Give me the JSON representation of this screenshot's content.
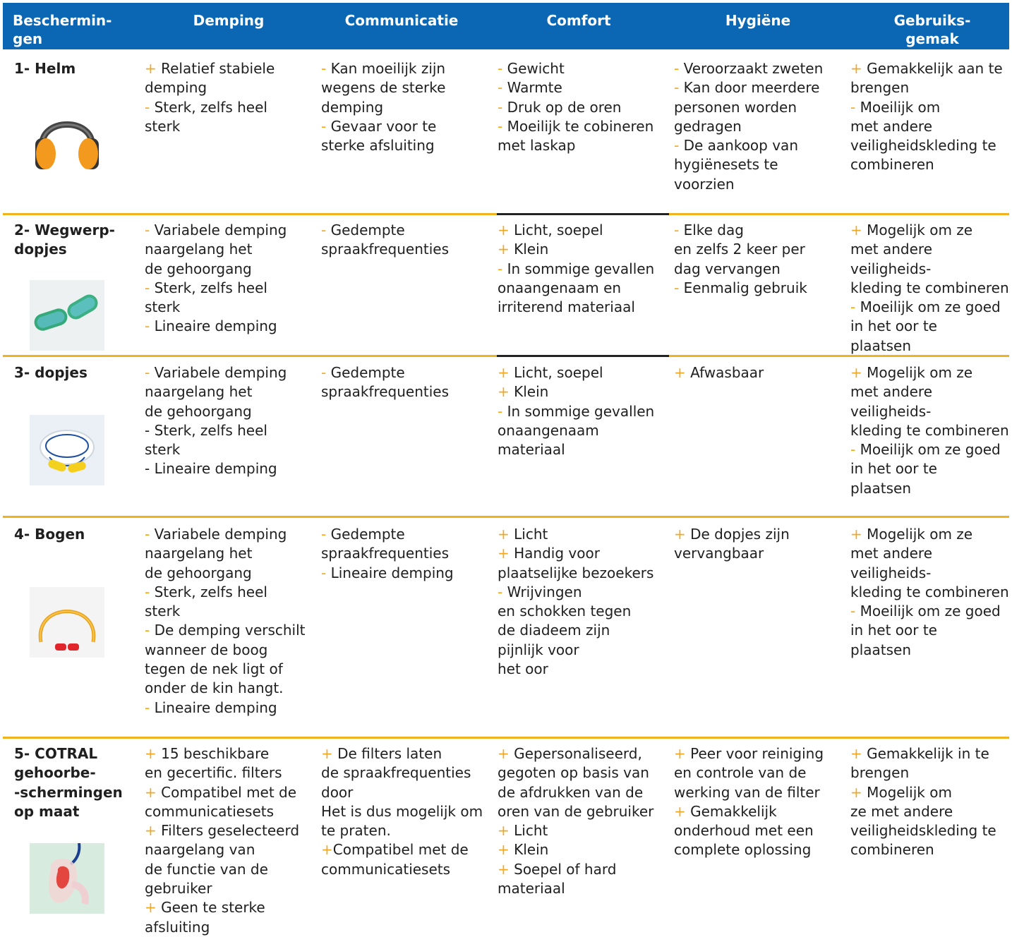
{
  "headers": [
    "Beschermin-\ngen",
    "Demping",
    "Communicatie",
    "Comfort",
    "Hygiëne",
    "Gebruiks-\ngemak"
  ],
  "rows": [
    {
      "name": "1- Helm",
      "image_icon": "earmuff-icon",
      "cells": [
        [
          {
            "s": "+",
            "t": " Relatief stabiele\ndemping"
          },
          {
            "s": "-",
            "t": " Sterk, zelfs heel\nsterk"
          }
        ],
        [
          {
            "s": "-",
            "t": " Kan moeilijk zijn\nwegens de sterke\ndemping"
          },
          {
            "s": "-",
            "t": " Gevaar voor te\nsterke afsluiting"
          }
        ],
        [
          {
            "s": "-",
            "t": " Gewicht"
          },
          {
            "s": "-",
            "t": " Warmte"
          },
          {
            "s": "-",
            "t": " Druk op de oren"
          },
          {
            "s": "-",
            "t": " Moeilijk te cobineren\nmet laskap"
          }
        ],
        [
          {
            "s": "-",
            "t": " Veroorzaakt zweten"
          },
          {
            "s": "-",
            "t": " Kan door meerdere\npersonen worden\ngedragen"
          },
          {
            "s": "-",
            "t": " De aankoop van\nhygiënesets te\nvoorzien"
          }
        ],
        [
          {
            "s": "+",
            "t": " Gemakkelijk aan te\nbrengen"
          },
          {
            "s": "-",
            "t": " Moeilijk om\nmet andere\nveiligheidskleding te\ncombineren"
          }
        ]
      ]
    },
    {
      "name": "2- Wegwerp-\ndopjes",
      "image_icon": "foam-earplugs-icon",
      "cells": [
        [
          {
            "s": "-",
            "t": " Variabele demping\nnaargelang het\nde gehoorgang"
          },
          {
            "s": "-",
            "t": " Sterk, zelfs heel\nsterk"
          },
          {
            "s": "-",
            "t": " Lineaire demping"
          }
        ],
        [
          {
            "s": "-",
            "t": " Gedempte\nspraakfrequenties"
          }
        ],
        [
          {
            "s": "+",
            "t": " Licht, soepel"
          },
          {
            "s": "+",
            "t": " Klein"
          },
          {
            "s": "-",
            "t": " In sommige gevallen\nonaangenaam en\nirriterend materiaal"
          }
        ],
        [
          {
            "s": "-",
            "t": " Elke dag\nen zelfs 2 keer per\ndag vervangen"
          },
          {
            "s": "-",
            "t": " Eenmalig gebruik"
          }
        ],
        [
          {
            "s": "+",
            "t": " Mogelijk om ze\nmet andere\nveiligheids-\nkleding te combineren"
          },
          {
            "s": "-",
            "t": " Moeilijk om ze goed\nin het oor te\nplaatsen"
          }
        ]
      ]
    },
    {
      "name": "3- dopjes",
      "image_icon": "corded-earplugs-icon",
      "cells": [
        [
          {
            "s": "-",
            "t": " Variabele demping\nnaargelang het\nde gehoorgang"
          },
          {
            "s": "",
            "t": "- Sterk, zelfs heel\nsterk"
          },
          {
            "s": "",
            "t": "- Lineaire demping"
          }
        ],
        [
          {
            "s": "-",
            "t": " Gedempte\nspraakfrequenties"
          }
        ],
        [
          {
            "s": "+",
            "t": " Licht, soepel"
          },
          {
            "s": "+",
            "t": " Klein"
          },
          {
            "s": "-",
            "t": " In sommige gevallen\nonaangenaam\nmateriaal"
          }
        ],
        [
          {
            "s": "+",
            "t": " Afwasbaar"
          }
        ],
        [
          {
            "s": "+",
            "t": " Mogelijk om ze\nmet andere\nveiligheids-\nkleding te combineren"
          },
          {
            "s": "-",
            "t": " Moeilijk om ze goed\nin het oor te\nplaatsen"
          }
        ]
      ]
    },
    {
      "name": "4- Bogen",
      "image_icon": "banded-earplugs-icon",
      "cells": [
        [
          {
            "s": "-",
            "t": " Variabele demping\nnaargelang het\nde gehoorgang"
          },
          {
            "s": "-",
            "t": " Sterk, zelfs heel\nsterk"
          },
          {
            "s": "-",
            "t": " De demping verschilt\nwanneer de boog\ntegen de nek ligt of\nonder de kin hangt."
          },
          {
            "s": "-",
            "t": " Lineaire demping"
          }
        ],
        [
          {
            "s": "-",
            "t": " Gedempte\nspraakfrequenties"
          },
          {
            "s": "-",
            "t": " Lineaire demping"
          }
        ],
        [
          {
            "s": "+",
            "t": " Licht"
          },
          {
            "s": "+",
            "t": " Handig voor\nplaatselijke bezoekers"
          },
          {
            "s": "-",
            "t": " Wrijvingen\nen schokken tegen\nde diadeem zijn\npijnlijk voor\nhet oor"
          }
        ],
        [
          {
            "s": "+",
            "t": " De dopjes zijn\nvervangbaar"
          }
        ],
        [
          {
            "s": "+",
            "t": " Mogelijk om ze\nmet andere\nveiligheids-\nkleding te combineren"
          },
          {
            "s": "-",
            "t": " Moeilijk om ze goed\nin het oor te\nplaatsen"
          }
        ]
      ]
    },
    {
      "name": "5- COTRAL\ngehoorbe-\n-schermingen\nop maat",
      "image_icon": "custom-earplug-icon",
      "cells": [
        [
          {
            "s": "+",
            "t": " 15 beschikbare\nen gecertific.  filters"
          },
          {
            "s": "+",
            "t": " Compatibel met de\ncommunicatiesets"
          },
          {
            "s": "+",
            "t": " Filters geselecteerd\nnaargelang van\nde functie van de\ngebruiker"
          },
          {
            "s": "+",
            "t": " Geen te sterke\nafsluiting"
          }
        ],
        [
          {
            "s": "+",
            "t": " De filters laten\nde spraakfrequenties\ndoor\nHet is dus mogelijk om\nte praten."
          },
          {
            "s": "+",
            "t": "Compatibel met de\ncommunicatiesets"
          }
        ],
        [
          {
            "s": "+",
            "t": " Gepersonaliseerd,\ngegoten op basis van\nde afdrukken van de\noren van de gebruiker"
          },
          {
            "s": "+",
            "t": " Licht"
          },
          {
            "s": "+",
            "t": " Klein"
          },
          {
            "s": "+",
            "t": " Soepel of hard\nmateriaal"
          }
        ],
        [
          {
            "s": "+",
            "t": " Peer voor reiniging\nen controle van de\nwerking van de filter"
          },
          {
            "s": "+",
            "t": " Gemakkelijk\nonderhoud met een\ncomplete oplossing"
          }
        ],
        [
          {
            "s": "+",
            "t": " Gemakkelijk in te\nbrengen"
          },
          {
            "s": "+",
            "t": " Mogelijk om\nze met andere\nveiligheidskleding te\ncombineren"
          }
        ]
      ]
    }
  ]
}
